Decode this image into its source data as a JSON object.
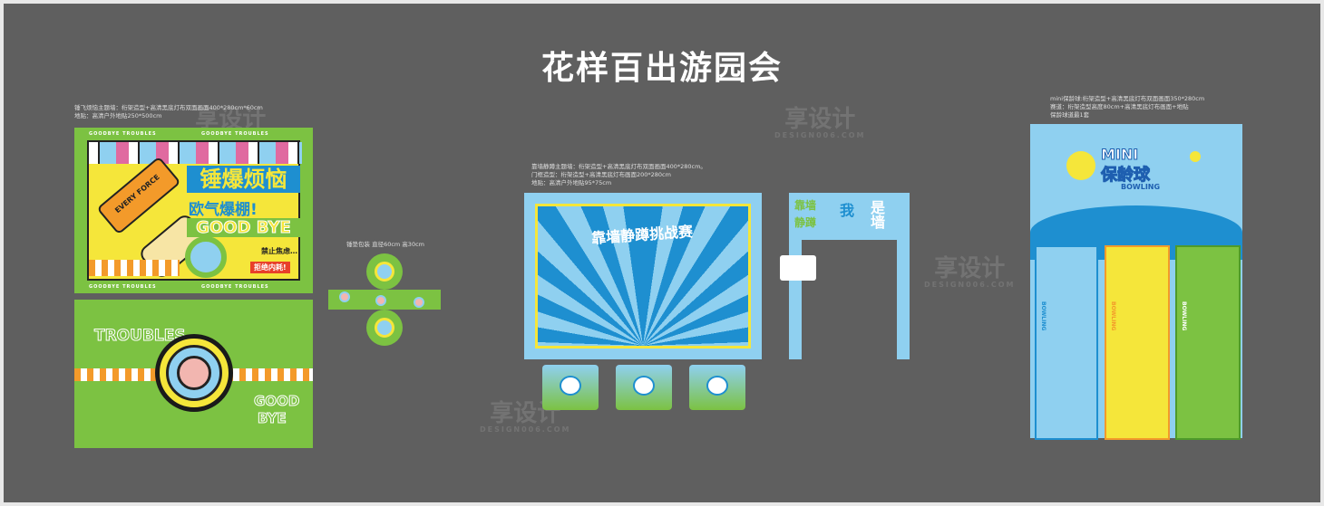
{
  "title": "花样百出游园会",
  "watermark": {
    "cn": "享设计",
    "en": "DESIGN006.COM"
  },
  "hammer_wall": {
    "note": "锤飞烦恼主题墙：桁架造型+高清黑底灯布双面画面400*280cm*60cm\n地贴：高清户外地贴250*500cm",
    "headline": "锤爆烦恼",
    "subline": "欧气爆棚!",
    "goodbye": "GOOD BYE",
    "hammer_label": "EVERY FORCE",
    "badge1": "禁止焦虑…",
    "badge2": "拒绝内耗!",
    "border_text": "GOODBYE TROUBLES"
  },
  "floor_sticker": {
    "troubles": "TROUBLES",
    "good": "GOOD",
    "bye": "BYE"
  },
  "cushion": {
    "note": "锤垫包装 直径60cm 高30cm"
  },
  "squat_wall": {
    "note": "靠墙静蹲主题墙：桁架造型+高清黑底灯布双面画面400*280cm。\n门框造型：桁架造型+高清黑底灯布画面200*280cm\n地贴：高清户外地贴95*75cm",
    "headline": "靠墙静蹲挑战赛",
    "door_left1": "靠墙",
    "door_left2": "静蹲",
    "door_me": "我",
    "door_wall": "是墙"
  },
  "bowling": {
    "note": "mini保龄球:桁架造型+高清黑底灯布双面画面350*280cm\n赛道：桁架造型高度80cm+高清黑底灯布画面+地贴\n保龄球道最1套",
    "mini": "MINI",
    "name": "保龄球",
    "en": "BOWLING",
    "lane_label": "BOWLING",
    "lane_colors": [
      "#8fd0f0",
      "#f5e63a",
      "#7cc242"
    ]
  },
  "colors": {
    "green": "#7cc242",
    "blue": "#1e8fd0",
    "light_blue": "#8fd0f0",
    "yellow": "#f5e63a",
    "orange": "#f39a2a",
    "background": "#5f5f5f"
  }
}
